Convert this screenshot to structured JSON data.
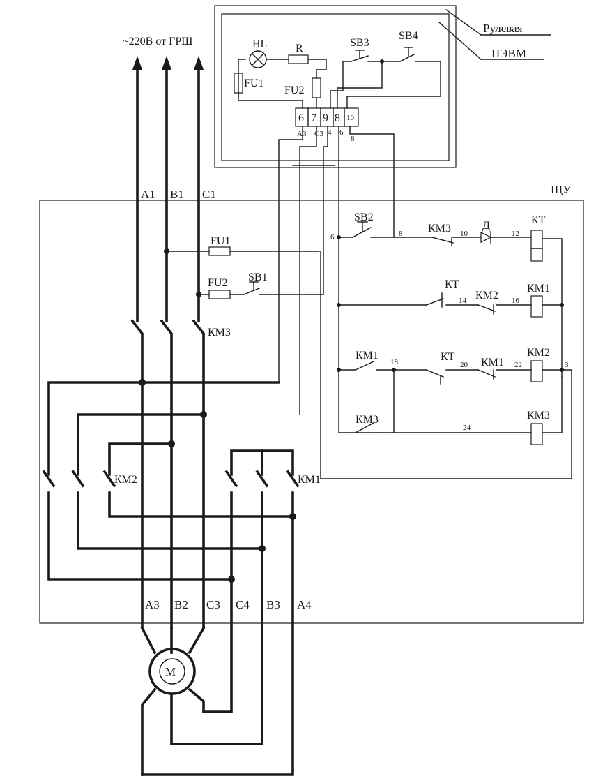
{
  "supply": {
    "label": "~220В от ГРЩ"
  },
  "blocks": {
    "steering": "Рулевая",
    "pc": "ПЭВМ",
    "panel": "ЩУ"
  },
  "remote": {
    "lamp": "HL",
    "resistor": "R",
    "button3": "SB3",
    "button4": "SB4",
    "fuse1": "FU1",
    "fuse2": "FU2",
    "terminals": [
      "6",
      "7",
      "9",
      "8",
      "10"
    ],
    "terminal_marks": [
      "А3",
      "С3",
      "4",
      "6",
      "8"
    ]
  },
  "phases_in": [
    "А1",
    "В1",
    "С1"
  ],
  "phases_out": [
    "А3",
    "В2",
    "С3",
    "С4",
    "В3",
    "А4"
  ],
  "power": {
    "fuse1": "FU1",
    "fuse2": "FU2",
    "stop_button": "SB1",
    "contactor3": "КМ3",
    "contactor2": "КМ2",
    "contactor1": "КМ1",
    "motor": "М"
  },
  "control": {
    "start_button": "SB2",
    "rung1": {
      "contact": "КМ3",
      "diode": "Д",
      "coil": "КТ"
    },
    "rung2": {
      "contact_kt": "КТ",
      "contact_km2": "КМ2",
      "coil": "КМ1"
    },
    "rung3": {
      "contact_km1": "КМ1",
      "contact_kt": "КТ",
      "contact_km1b": "КМ1",
      "coil": "КМ2"
    },
    "rung4": {
      "contact": "КМ3",
      "coil": "КМ3"
    },
    "wire_numbers": [
      "6",
      "8",
      "10",
      "12",
      "14",
      "16",
      "18",
      "20",
      "22",
      "3",
      "24"
    ]
  }
}
